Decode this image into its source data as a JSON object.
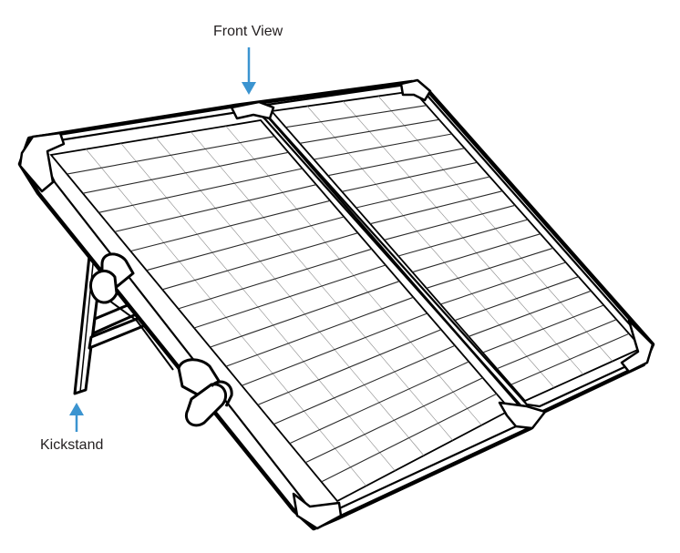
{
  "labels": {
    "front_view": "Front View",
    "kickstand": "Kickstand"
  },
  "colors": {
    "outline": "#000000",
    "cell_line": "#8a8a8a",
    "grid_line": "#2a2a2a",
    "frame_fill": "#ffffff",
    "arrow": "#3b94d0",
    "text": "#231f20"
  },
  "panel": {
    "cell_rows": 18
  }
}
